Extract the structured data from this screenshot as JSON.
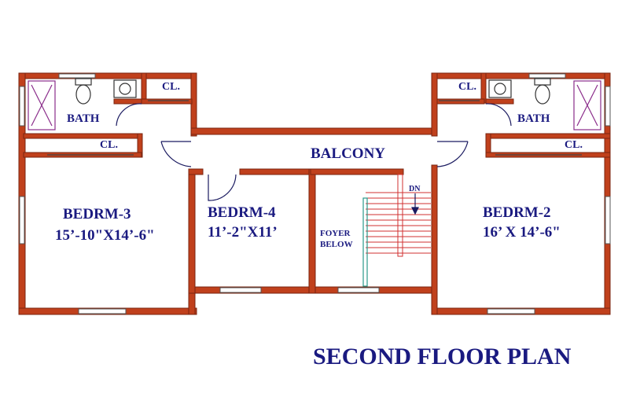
{
  "title": "SECOND FLOOR PLAN",
  "colors": {
    "wall": "#c0401c",
    "wall_line": "#7a2510",
    "text": "#1a1a80",
    "fixture": "#8a2c8a",
    "stair": "#d03030",
    "rail": "#2a9a8a"
  },
  "rooms": {
    "bath_left": "BATH",
    "closet_left_top": "CL.",
    "closet_left_mid": "CL.",
    "bedroom3_name": "BEDRM-3",
    "bedroom3_dim": "15’-10\"X14’-6\"",
    "bedroom4_name": "BEDRM-4",
    "bedroom4_dim": "11’-2\"X11’",
    "balcony": "BALCONY",
    "foyer_line1": "FOYER",
    "foyer_line2": "BELOW",
    "stair_dn": "DN",
    "bath_right": "BATH",
    "closet_right_top": "CL.",
    "closet_right_mid": "CL.",
    "bedroom2_name": "BEDRM-2",
    "bedroom2_dim": "16’ X 14’-6\""
  }
}
